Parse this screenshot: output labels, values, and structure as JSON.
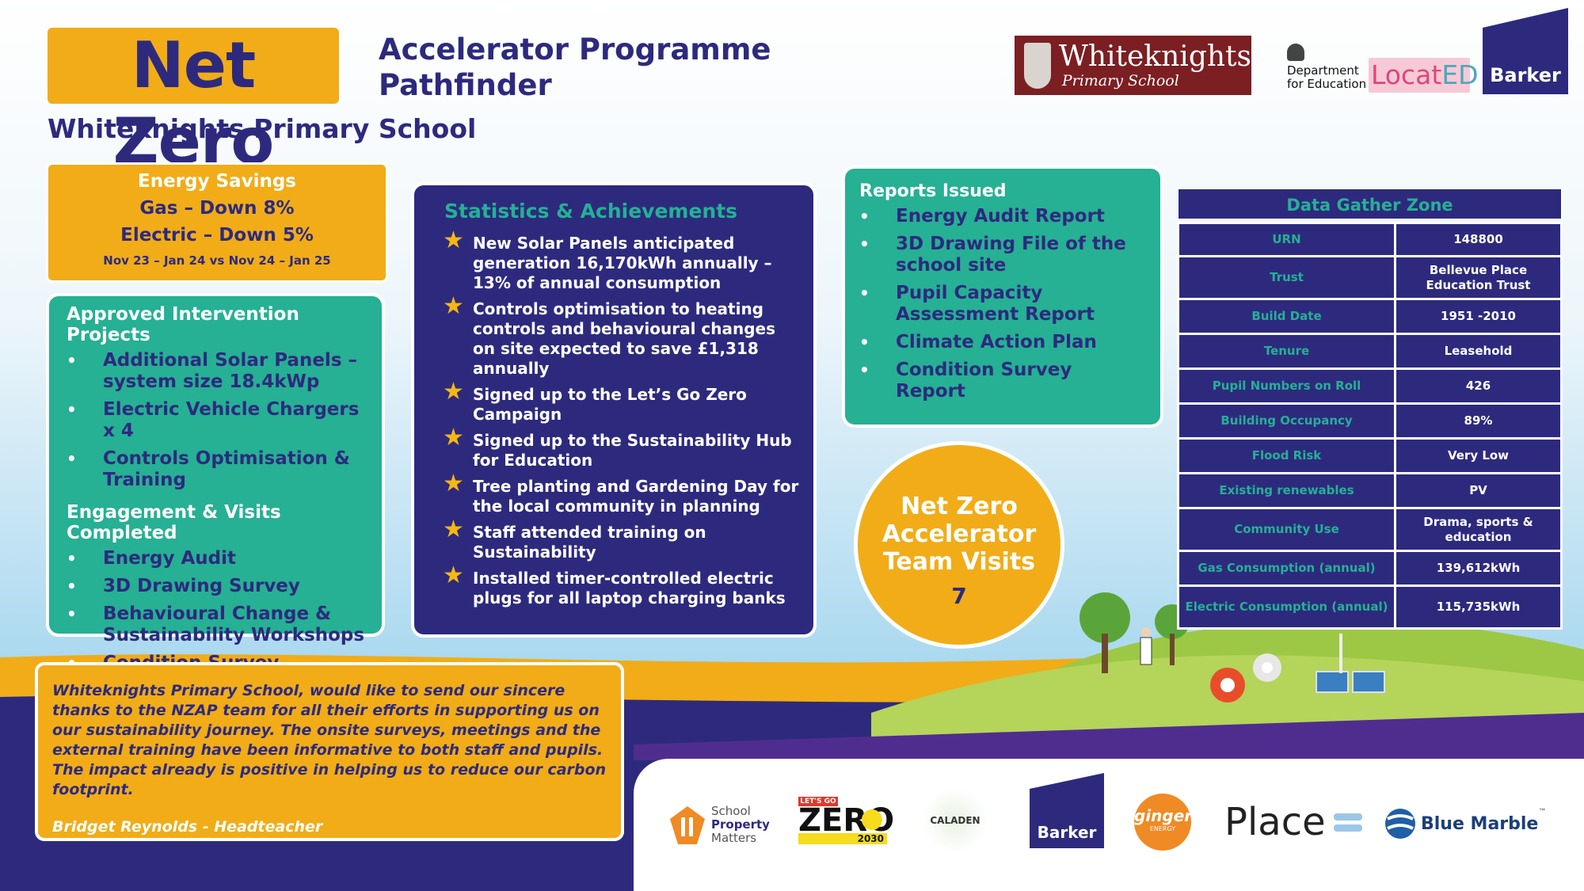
{
  "header": {
    "badge": "Net Zero",
    "programme_line1": "Accelerator Programme",
    "programme_line2": "Pathfinder",
    "school": "Whiteknights Primary School"
  },
  "logos": {
    "whiteknights_line1": "Whiteknights",
    "whiteknights_line2": "Primary School",
    "dfe_line1": "Department",
    "dfe_line2": "for Education",
    "locat": "Locat",
    "ed": "ED",
    "barker": "Barker"
  },
  "energy": {
    "title": "Energy Savings",
    "gas": "Gas – Down 8%",
    "electric": "Electric – Down 5%",
    "period": "Nov 23 – Jan 24 vs Nov 24 – Jan 25"
  },
  "interventions": {
    "title": "Approved Intervention Projects",
    "items": [
      "Additional Solar Panels – system size 18.4kWp",
      "Electric Vehicle Chargers x  4",
      "Controls Optimisation & Training"
    ]
  },
  "engagement": {
    "title": "Engagement & Visits Completed",
    "items": [
      "Energy Audit",
      "3D Drawing Survey",
      "Behavioural Change & Sustainability Workshops",
      "Condition Survey"
    ]
  },
  "stats": {
    "title": "Statistics & Achievements",
    "items": [
      "New Solar Panels anticipated generation 16,170kWh annually – 13% of annual consumption",
      "Controls optimisation to heating controls and behavioural changes on site expected to save £1,318 annually",
      "Signed up to the Let’s Go Zero Campaign",
      "Signed up to the Sustainability Hub for Education",
      "Tree planting and Gardening Day for the local community in planning",
      "Staff attended training on Sustainability",
      "Installed timer-controlled electric plugs for all laptop charging banks"
    ]
  },
  "reports": {
    "title": "Reports Issued",
    "items": [
      "Energy Audit Report",
      "3D Drawing File of the school site",
      "Pupil Capacity Assessment Report",
      "Climate Action Plan",
      "Condition Survey Report"
    ]
  },
  "visits": {
    "line1": "Net Zero",
    "line2": "Accelerator",
    "line3": "Team Visits",
    "count": "7"
  },
  "data_gather": {
    "title": "Data Gather Zone",
    "rows": [
      {
        "k": "URN",
        "v": "148800"
      },
      {
        "k": "Trust",
        "v": "Bellevue Place Education Trust"
      },
      {
        "k": "Build Date",
        "v": "1951 -2010"
      },
      {
        "k": "Tenure",
        "v": "Leasehold"
      },
      {
        "k": "Pupil Numbers on Roll",
        "v": "426"
      },
      {
        "k": "Building Occupancy",
        "v": "89%"
      },
      {
        "k": "Flood Risk",
        "v": "Very Low"
      },
      {
        "k": "Existing renewables",
        "v": "PV"
      },
      {
        "k": "Community Use",
        "v": "Drama, sports & education"
      },
      {
        "k": "Gas Consumption (annual)",
        "v": "139,612kWh"
      },
      {
        "k": "Electric Consumption (annual)",
        "v": "115,735kWh"
      }
    ]
  },
  "quote": {
    "text": "Whiteknights Primary School, would like to send our sincere thanks to the NZAP team for all their efforts in supporting us on our sustainability journey.  The onsite surveys, meetings and the external training have been informative to both staff and pupils. The impact already is positive in helping us to reduce our carbon footprint.",
    "signature": "Bridget Reynolds - Headteacher"
  },
  "partners": {
    "spm_1": "School",
    "spm_2": "Property",
    "spm_3": "Matters",
    "lgz_top": "LET'S GO",
    "lgz_main": "ZERO",
    "lgz_year": "2030",
    "caladen": "CALADEN",
    "barker": "Barker",
    "ginger": "ginger",
    "ginger_sub": "ENERGY",
    "place": "Place",
    "blue_marble": "Blue Marble",
    "tm": "™"
  },
  "colors": {
    "navy": "#2d2a7e",
    "teal": "#26b094",
    "orange": "#f1ac18",
    "sky": "#cfe8f4",
    "grass": "#9cc845"
  }
}
